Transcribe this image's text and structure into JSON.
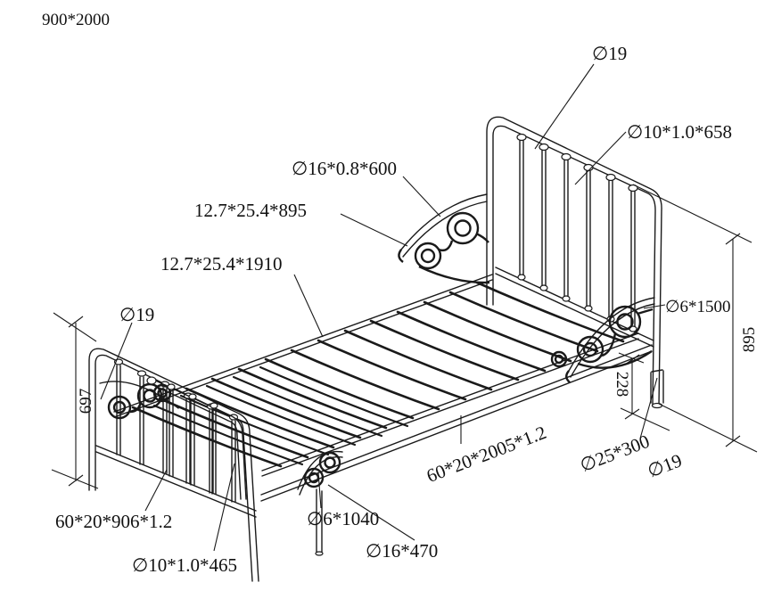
{
  "labels": {
    "overall": "900*2000",
    "dia19_top": "∅19",
    "dia10_658": "∅10*1.0*658",
    "dia16_600": "∅16*0.8*600",
    "bar_895": "12.7*25.4*895",
    "bar_1910": "12.7*25.4*1910",
    "dia19_left": "∅19",
    "dia6_1500": "∅6*1500",
    "dim_697": "697",
    "dim_895": "895",
    "dim_228": "228",
    "rail_2005": "60*20*2005*1.2",
    "dia25_300": "∅25*300",
    "dia19_leg": "∅19",
    "rail_906": "60*20*906*1.2",
    "dia10_465": "∅10*1.0*465",
    "dia6_1040": "∅6*1040",
    "dia16_470": "∅16*470"
  },
  "colors": {
    "line": "#1a1a1a",
    "background": "#ffffff"
  }
}
